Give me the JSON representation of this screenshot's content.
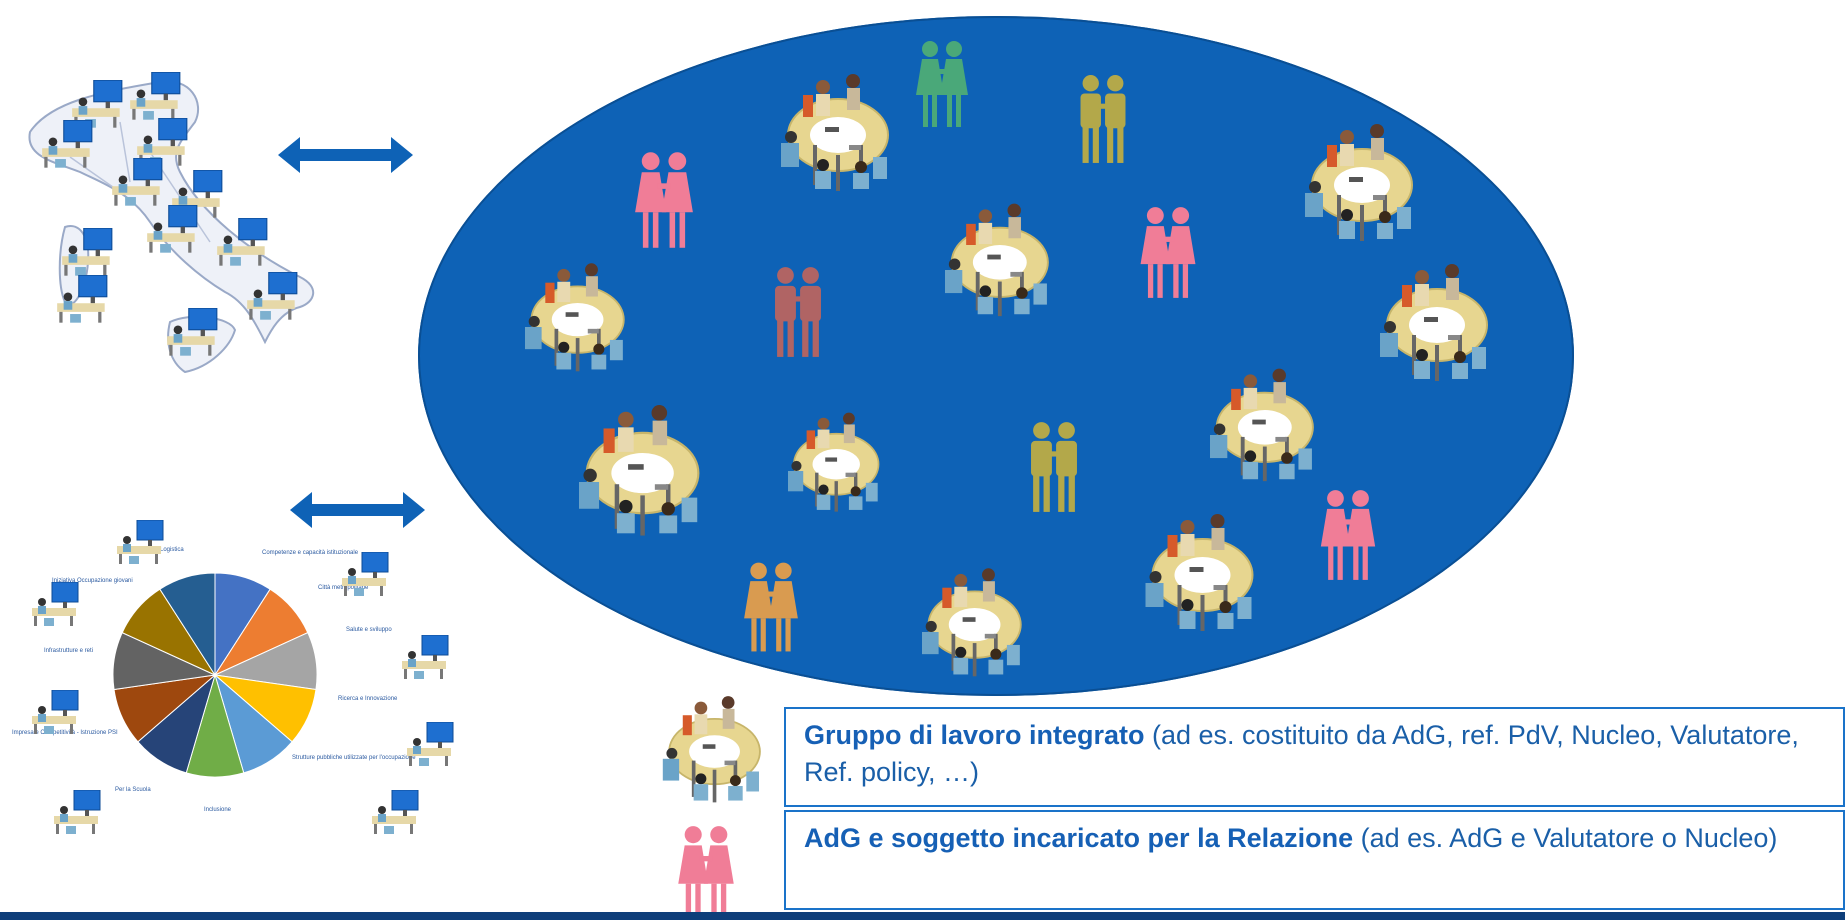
{
  "legend": {
    "group": {
      "title": "Gruppo di lavoro integrato",
      "text": " (ad es. costituito da  AdG, ref. PdV, Nucleo, Valutatore,  Ref. policy, …)"
    },
    "pair": {
      "title": "AdG e soggetto incaricato per la Relazione",
      "text": " (ad es. AdG e  Valutatore o Nucleo)"
    }
  },
  "pie_labels": [
    "Logistica",
    "Competenze e capacità istituzionale",
    "Città metropolitane",
    "Salute e sviluppo",
    "Ricerca e Innovazione",
    "Strutture pubbliche utilizzate per l'occupazione",
    "Inclusione",
    "Per la Scuola",
    "Impresa e Competitività - Istruzione PSI",
    "Infrastrutture e reti",
    "Iniziativa Occupazione giovani"
  ],
  "colors": {
    "ellipse": "#0e62b6",
    "arrow": "#0e62b6",
    "pink": "#f07d97",
    "green": "#4aa879",
    "olive": "#b3a84a",
    "brown": "#b06464",
    "tan": "#d99b50",
    "legend_border": "#1a73c9"
  },
  "icons": {
    "table_group": "round-table-meeting-icon",
    "pair": "two-women-icon",
    "computer": "desk-computer-icon",
    "map": "italy-map-icon"
  }
}
